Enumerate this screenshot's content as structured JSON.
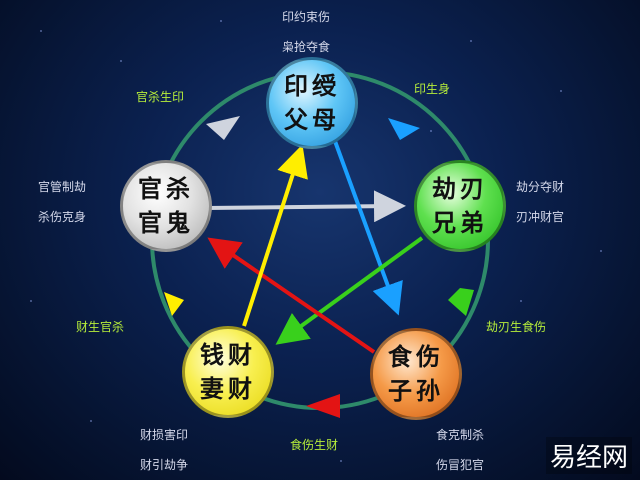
{
  "colors": {
    "background": "#0b2150",
    "cycle_ring": "#2e8a6a",
    "arrow_blue": "#1aa0ff",
    "arrow_gray": "#cfd4de",
    "arrow_green": "#39d01c",
    "arrow_red": "#e31414",
    "arrow_yellow": "#ffee00",
    "label_green": "#b7ee3a",
    "label_white": "#d4d8ea"
  },
  "nodes": {
    "yinshou": {
      "line1": "印绶",
      "line2": "父母",
      "color": "#29a8f0"
    },
    "jieren": {
      "line1": "劫刃",
      "line2": "兄弟",
      "color": "#2fd12a"
    },
    "shishang": {
      "line1": "食伤",
      "line2": "子孙",
      "color": "#ef7a1e"
    },
    "qiancai": {
      "line1": "钱财",
      "line2": "妻财",
      "color": "#f3e81a"
    },
    "guansha": {
      "line1": "官杀",
      "line2": "官鬼",
      "color": "#d8d8d8"
    }
  },
  "labels": {
    "top_line1": "印约束伤",
    "top_line2": "枭抢夺食",
    "yin_sheng_shen": "印生身",
    "guan_sha_sheng_yin": "官杀生印",
    "right_line1": "劫分夺财",
    "right_line2": "刃冲财官",
    "left_line1": "官管制劫",
    "left_line2": "杀伤克身",
    "jie_ren_sheng_shi_shang": "劫刃生食伤",
    "cai_sheng_guan_sha": "财生官杀",
    "shi_shang_sheng_cai": "食伤生财",
    "bottom_left_line1": "财损害印",
    "bottom_left_line2": "财引劫争",
    "bottom_right_line1": "食克制杀",
    "bottom_right_line2": "伤冒犯官"
  },
  "watermark": "易经网"
}
